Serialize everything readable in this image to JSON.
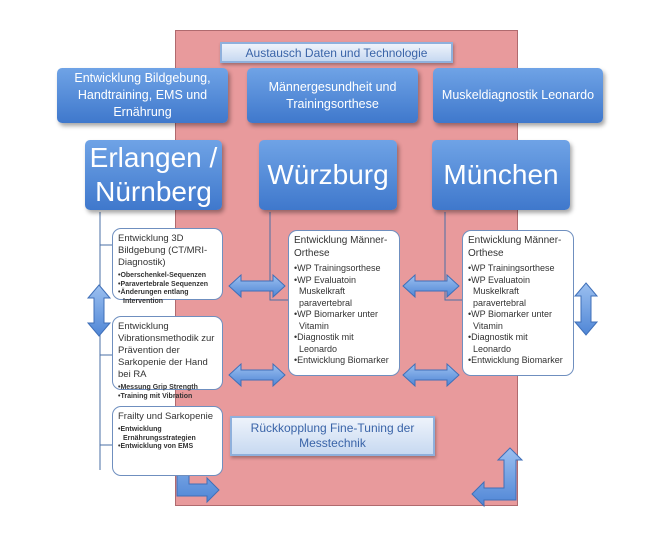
{
  "top_bar": "Austausch Daten und Technologie",
  "topics": [
    "Entwicklung Bildgebung, Handtraining, EMS und Ernährung",
    "Männergesundheit und Trainingsorthese",
    "Muskeldiagnostik Leonardo"
  ],
  "cities": [
    "Erlangen / Nürnberg",
    "Würzburg",
    "München"
  ],
  "erlangen_cards": [
    {
      "title": "Entwicklung 3D Bildgebung (CT/MRI-Diagnostik)",
      "items": [
        "Oberschenkel-Sequenzen",
        "Paravertebrale Sequenzen",
        "Änderungen entlang Intervention"
      ]
    },
    {
      "title": "Entwicklung Vibrationsmethodik zur Prävention der Sarkopenie der Hand bei RA",
      "items": [
        "Messung Grip Strength",
        "Training mit Vibration"
      ]
    },
    {
      "title": "Frailty und Sarkopenie",
      "items": [
        "Entwicklung Ernährungsstrategien",
        "Entwicklung von EMS"
      ]
    }
  ],
  "wuerzburg_card": {
    "title": "Entwicklung Männer-Orthese",
    "items": [
      "WP Trainingsorthese",
      "WP Evaluatoin Muskelkraft paravertebral",
      "WP Biomarker unter Vitamin",
      "Diagnostik mit Leonardo",
      "Entwicklung Biomarker"
    ]
  },
  "muenchen_card": {
    "title": "Entwicklung Männer-Orthese",
    "items": [
      "WP Trainingsorthese",
      "WP Evaluatoin Muskelkraft paravertebral",
      "WP Biomarker unter Vitamin",
      "Diagnostik mit Leonardo",
      "Entwicklung Biomarker"
    ]
  },
  "bottom_bar": "Rückkopplung Fine-Tuning der Messtechnik",
  "colors": {
    "background_panel": "#e89a9c",
    "box_blue": "#4f86d6",
    "arrow_blue": "#6b9de0"
  }
}
